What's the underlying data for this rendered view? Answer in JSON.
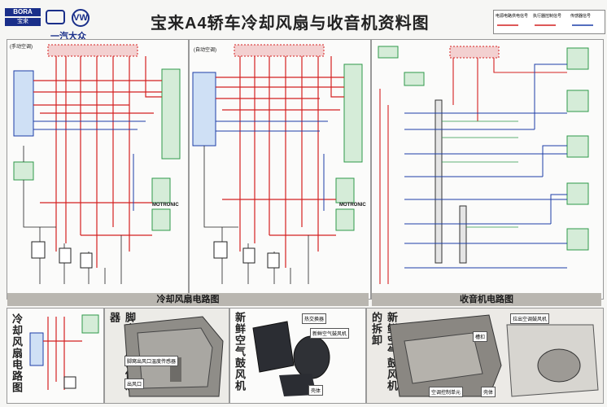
{
  "brand": {
    "model": "BORA",
    "model_cn": "宝来",
    "maker": "一汽大众"
  },
  "title": "宝来A4轿车冷却风扇与收音机资料图",
  "legend": {
    "items": [
      "电源电路供电信号",
      "执行器控制信号",
      "传感器信号"
    ]
  },
  "fan": {
    "manual": {
      "label": "(手动空调)"
    },
    "auto": {
      "label": "(自动空调)"
    },
    "motronic_manual": "MOTRONIC",
    "motronic_auto": "MOTRONIC",
    "footer": "冷却风扇电路图"
  },
  "radio": {
    "footer": "收音机电路图"
  },
  "bottom": {
    "fan_vertical": "冷却风扇电路图",
    "heater_sensor_title": "脚窝出风口传感器",
    "heater_sensor_caption1": "脚窝出风口温度传感器",
    "heater_sensor_caption2": "出风口",
    "fresh_air_title": "新鲜空气鼓风机",
    "fresh_air_caption1": "热交换器",
    "fresh_air_caption2": "新鲜空气鼓风机",
    "fresh_air_caption3": "壳体",
    "disassembly_title": "新鲜空气鼓风机的拆卸",
    "disassembly_caption1": "拉出空调鼓风机",
    "disassembly_caption2": "槽扣",
    "disassembly_caption3": "空调控制单元",
    "disassembly_caption4": "壳体"
  },
  "colors": {
    "red": "#d42020",
    "blue": "#1c3ea8",
    "green": "#2f9a4a",
    "black": "#222222"
  }
}
